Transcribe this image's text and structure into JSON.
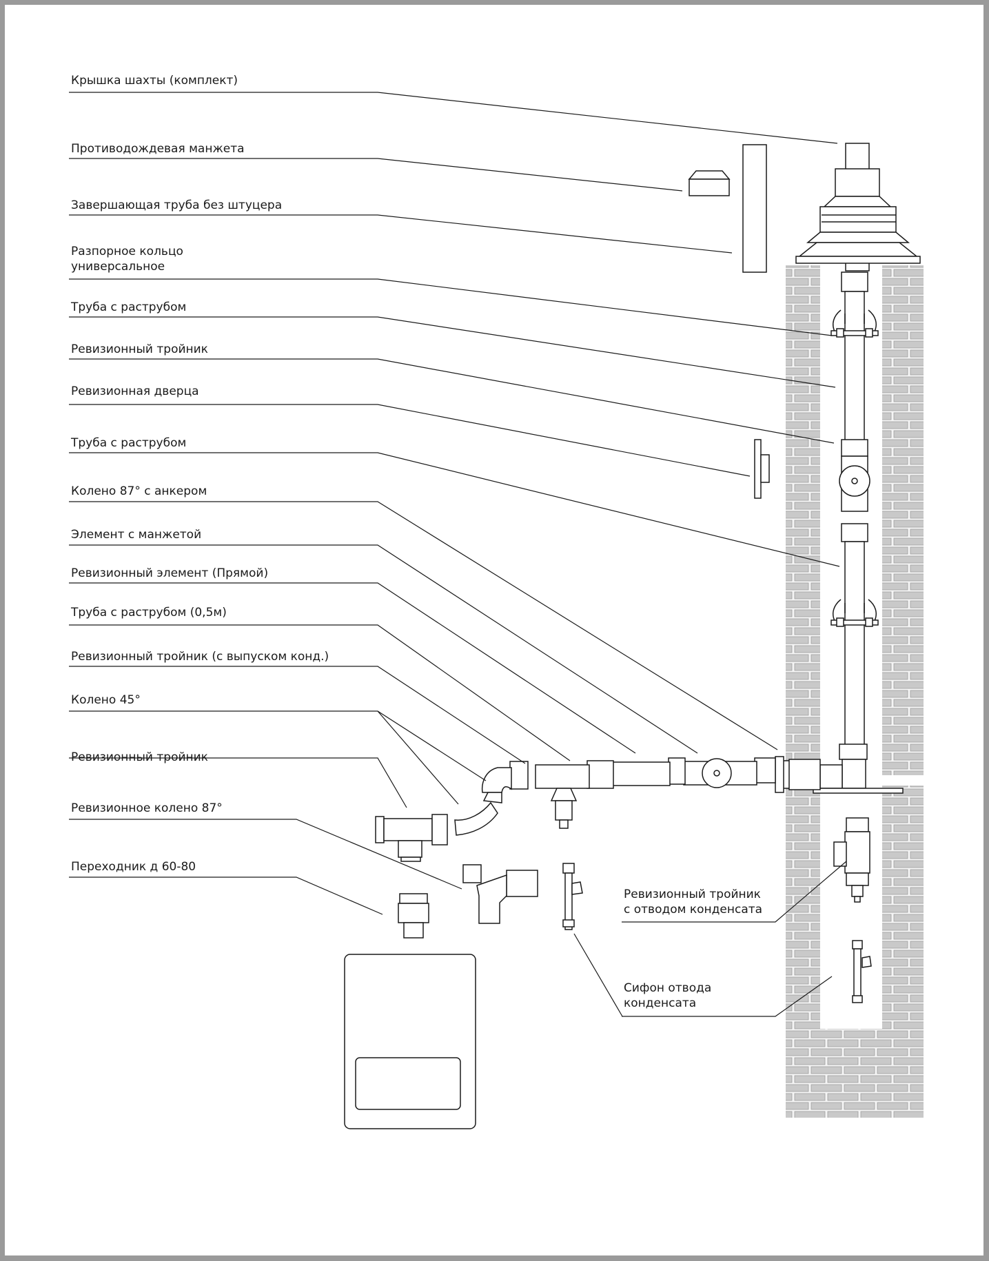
{
  "labels": {
    "shaft_cover": "Крышка шахты (комплект)",
    "rain_collar": "Противодождевая манжета",
    "end_pipe": "Завершающая труба без штуцера",
    "spacer_ring": "Разпорное кольцо\nуниверсальное",
    "socket_pipe_1": "Труба с раструбом",
    "inspection_tee_1": "Ревизионный тройник",
    "inspection_door": "Ревизионная дверца",
    "socket_pipe_2": "Труба с раструбом",
    "elbow_87_anchor": "Колено 87° с анкером",
    "collar_element": "Элемент с манжетой",
    "inspection_element": "Ревизионный элемент (Прямой)",
    "socket_pipe_05": "Труба с раструбом (0,5м)",
    "inspection_tee_condensate": "Ревизионный тройник (с выпуском конд.)",
    "elbow_45": "Колено 45°",
    "inspection_tee_2": "Ревизионный тройник",
    "inspection_elbow_87": "Ревизионное колено 87°",
    "adapter": "Переходник д 60-80",
    "inspection_tee_drain": "Ревизионный тройник\nс отводом конденсата",
    "condensate_siphon": "Сифон отвода\nконденсата"
  },
  "colors": {
    "frame": "#9a9a9a",
    "brick": "#c9c9c9",
    "line": "#1a1a1a"
  }
}
